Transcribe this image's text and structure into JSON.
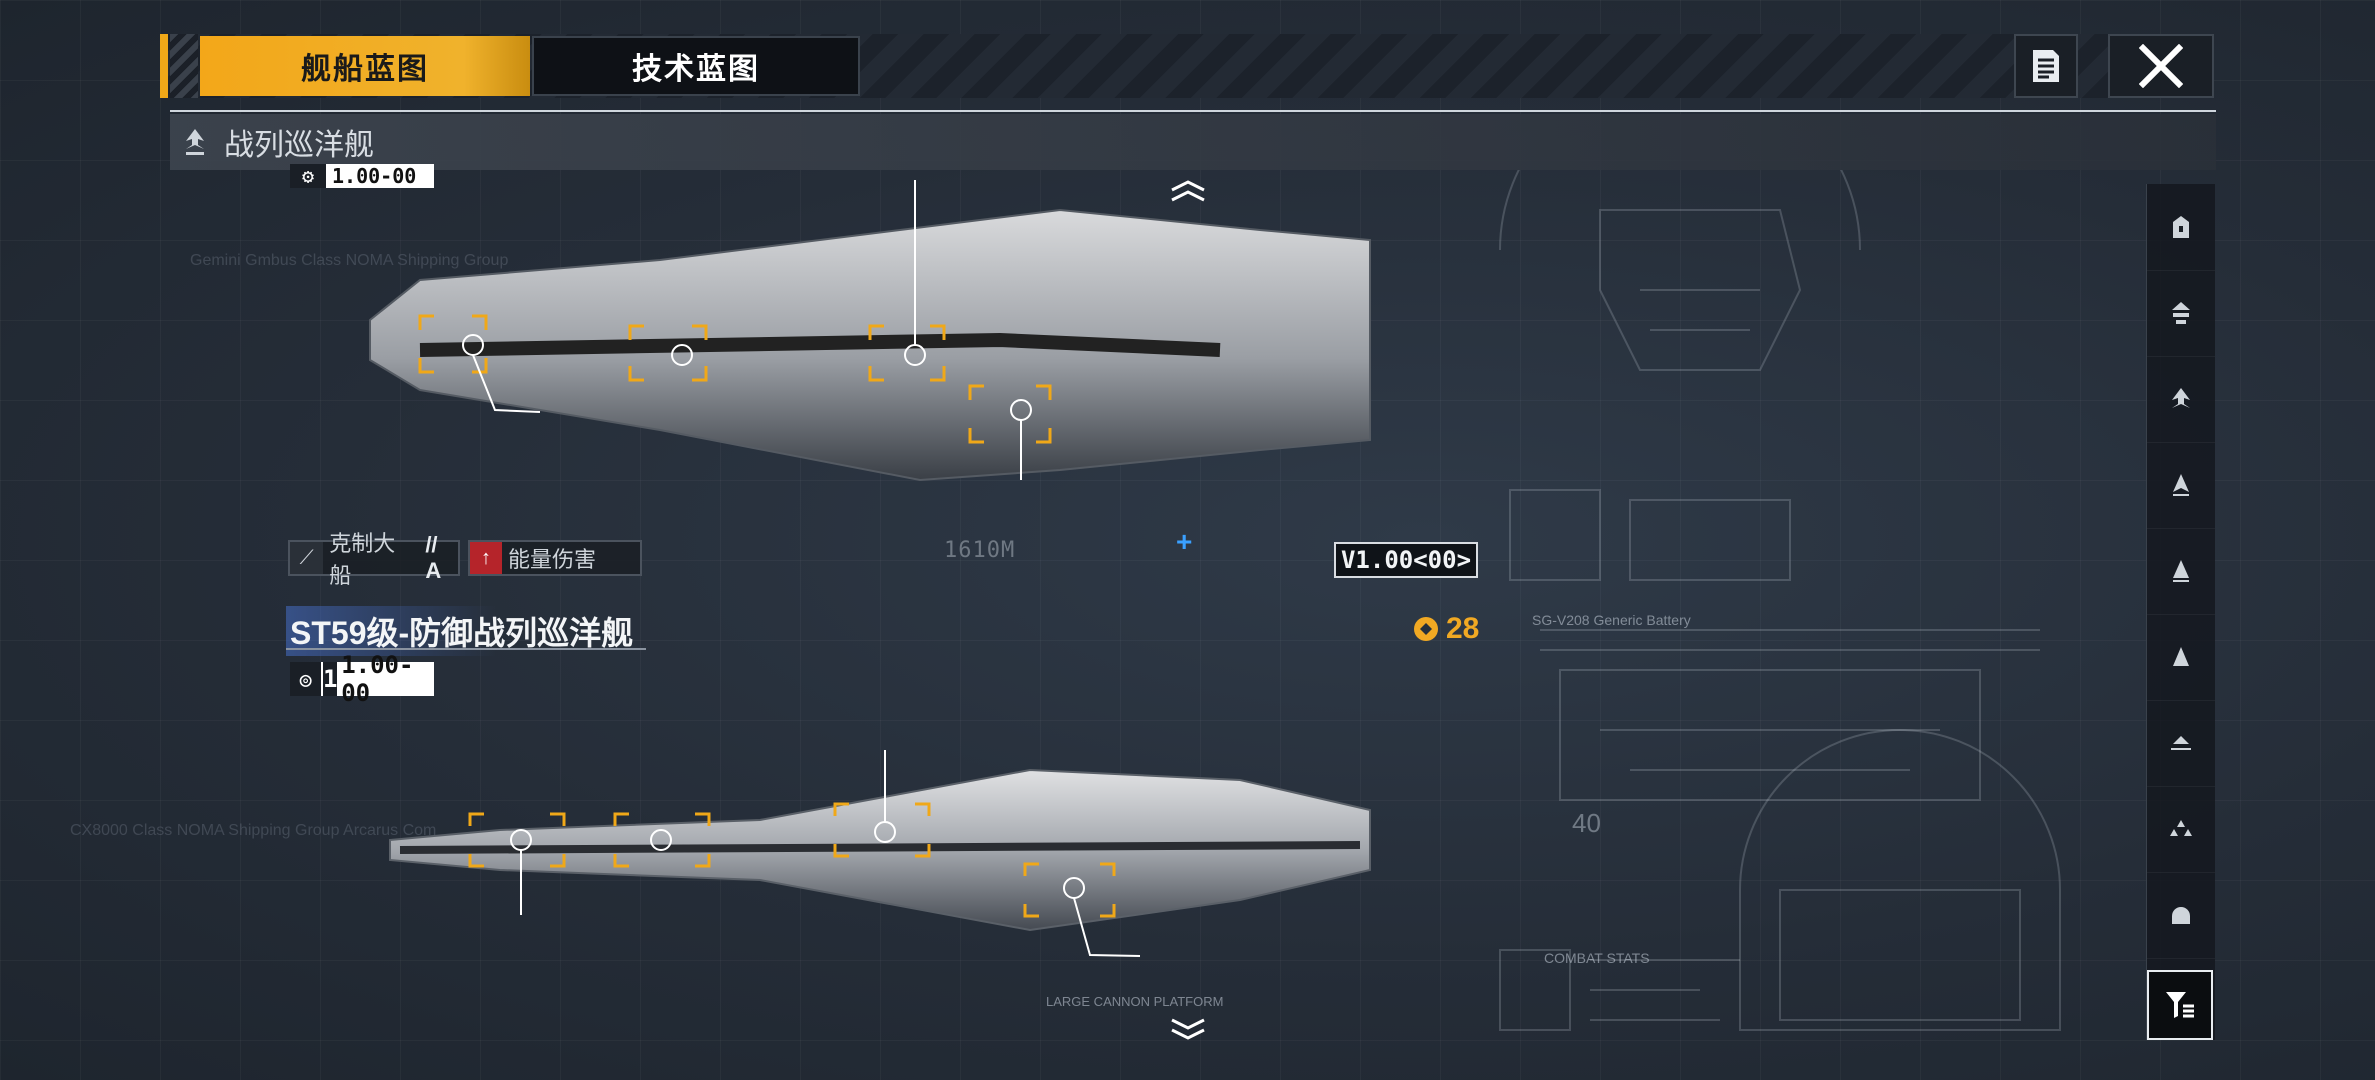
{
  "tabs": [
    {
      "label": "舰船蓝图",
      "active": true
    },
    {
      "label": "技术蓝图",
      "active": false
    }
  ],
  "category": {
    "label": "战列巡洋舰",
    "icon": "battlecruiser-icon"
  },
  "ship_top": {
    "version_top": "1.00-00",
    "tags": [
      {
        "icon": "counter-icon",
        "label": "克制大船",
        "grade": "// A"
      },
      {
        "icon": "energy-damage-icon",
        "label": "能量伤害"
      }
    ],
    "length": "1610M",
    "version_box": "V1.00<00>"
  },
  "ship_main": {
    "name": "ST59级-防御战列巡洋舰",
    "version_prefix": "1",
    "version": "1.00-00",
    "cost": "28"
  },
  "blueprint_labels": {
    "battery": "SG-V208 Generic Battery",
    "combat_stats": "COMBAT STATS",
    "cannon_platform": "LARGE CANNON PLATFORM",
    "scale": "40"
  },
  "side_filters": [
    {
      "icon": "station-icon"
    },
    {
      "icon": "carrier-icon"
    },
    {
      "icon": "battlecruiser-icon"
    },
    {
      "icon": "cruiser-icon"
    },
    {
      "icon": "destroyer-icon"
    },
    {
      "icon": "frigate-icon"
    },
    {
      "icon": "corvette-icon"
    },
    {
      "icon": "fighter-icon"
    },
    {
      "icon": "dome-icon"
    }
  ],
  "colors": {
    "accent": "#f3a719",
    "highlight": "#3aa0ff"
  }
}
